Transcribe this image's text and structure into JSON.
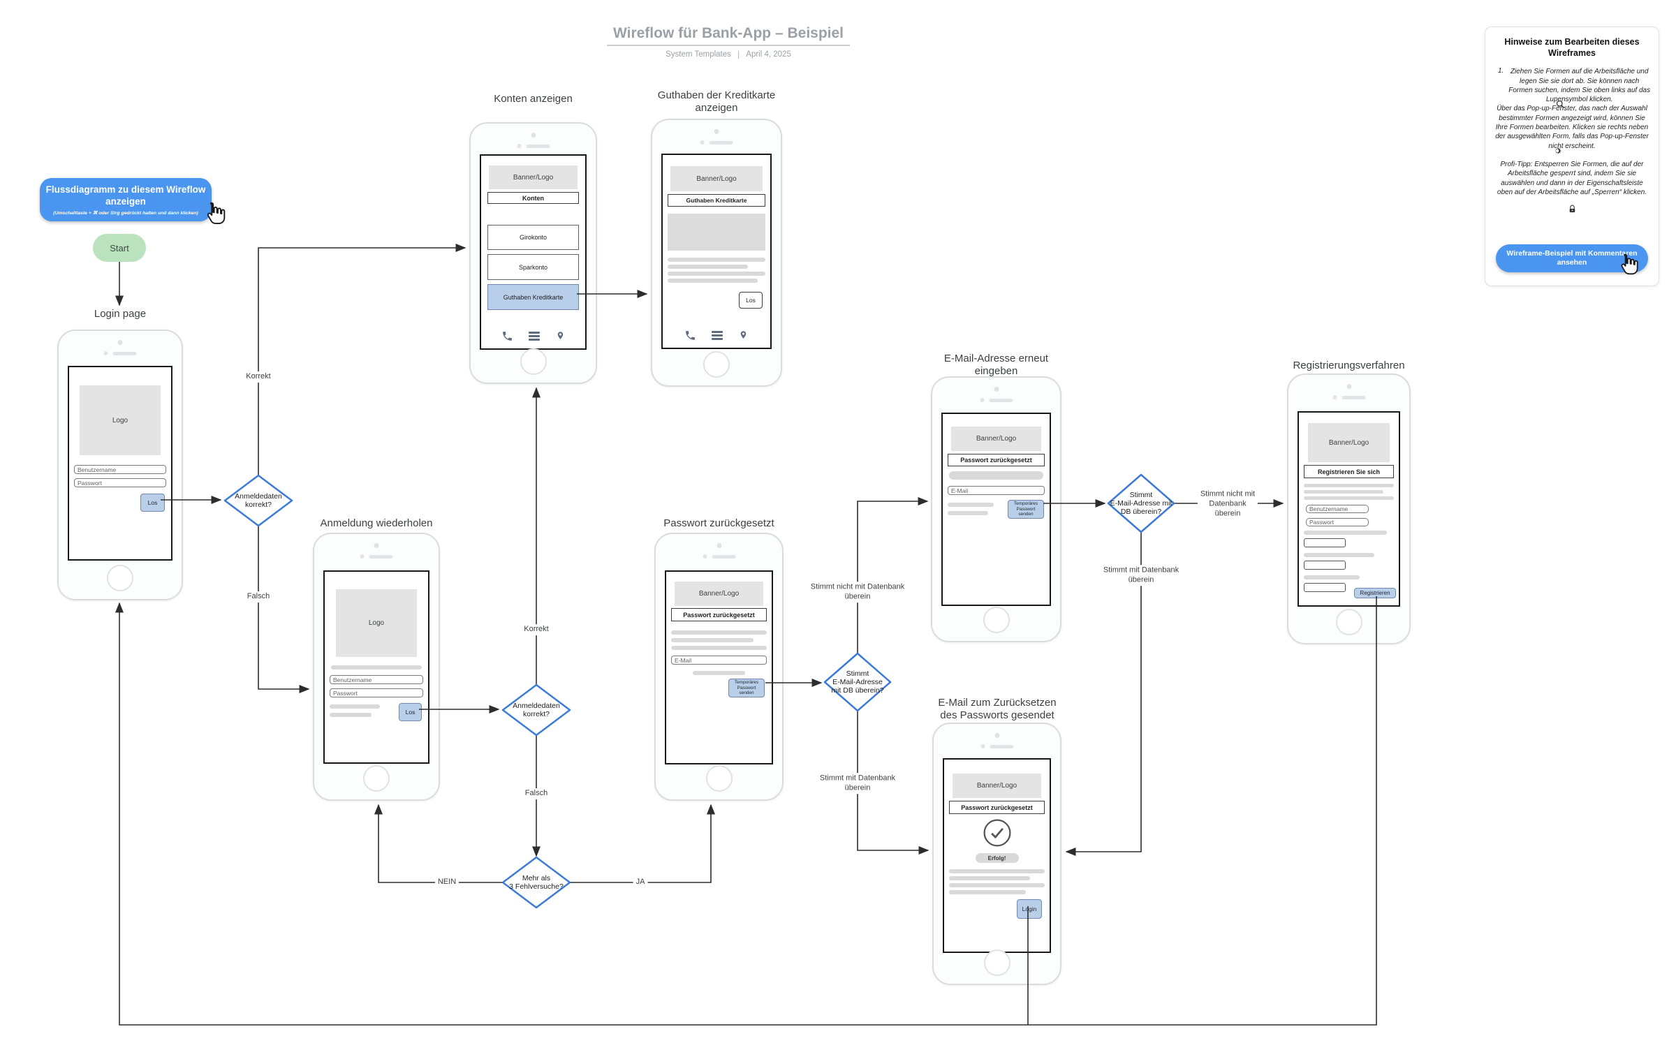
{
  "title": {
    "main": "Wireflow für Bank-App – Beispiel",
    "meta_left": "System Templates",
    "meta_sep": "|",
    "meta_right": "April 4, 2025"
  },
  "flow_button": {
    "label": "Flussdiagramm zu diesem Wireflow anzeigen",
    "hint": "(Umschalttaste + ⌘ oder Strg gedrückt halten und dann klicken)"
  },
  "start_label": "Start",
  "phones": {
    "login": {
      "title": "Login page",
      "logo": "Logo",
      "username": "Benutzername",
      "password": "Passwort",
      "go": "Los"
    },
    "accounts": {
      "title": "Konten anzeigen",
      "banner": "Banner/Logo",
      "header": "Konten",
      "row1": "Girokonto",
      "row2": "Sparkonto",
      "row3": "Guthaben Kreditkarte"
    },
    "credit": {
      "title": "Guthaben der Kreditkarte\nanzeigen",
      "banner": "Banner/Logo",
      "header": "Guthaben Kreditkarte",
      "go": "Los"
    },
    "retry": {
      "title": "Anmeldung wiederholen",
      "logo": "Logo",
      "username": "Benutzername",
      "password": "Passwort",
      "go": "Los"
    },
    "reset": {
      "title": "Passwort zurückgesetzt",
      "banner": "Banner/Logo",
      "header": "Passwort zurückgesetzt",
      "email": "E-Mail",
      "send": "Temporäres Passwort senden"
    },
    "email_again": {
      "title": "E-Mail-Adresse erneut\neingeben",
      "banner": "Banner/Logo",
      "header": "Passwort zurückgesetzt",
      "email": "E-Mail",
      "send": "Temporäres Passwort senden"
    },
    "email_sent": {
      "title": "E-Mail zum Zurücksetzen\ndes Passworts gesendet",
      "banner": "Banner/Logo",
      "header": "Passwort zurückgesetzt",
      "success": "Erfolg!",
      "login": "Login"
    },
    "register": {
      "title": "Registrierungsverfahren",
      "banner": "Banner/Logo",
      "header": "Registrieren Sie sich",
      "username": "Benutzername",
      "password": "Passwort",
      "register": "Registrieren"
    }
  },
  "decisions": {
    "d1": "Anmeldedaten\nkorrekt?",
    "d2": "Anmeldedaten\nkorrekt?",
    "d3": "Mehr als\n3 Fehlversuche?",
    "d4": "Stimmt\nE-Mail-Adresse\nmit DB überein?",
    "d5": "Stimmt\nE-Mail-Adresse mit\nDB überein?"
  },
  "edges": {
    "korrekt1": "Korrekt",
    "falsch1": "Falsch",
    "korrekt2": "Korrekt",
    "falsch2": "Falsch",
    "nein": "NEIN",
    "ja": "JA",
    "d4_up": "Stimmt nicht mit Datenbank\nüberein",
    "d4_down": "Stimmt mit Datenbank\nüberein",
    "d5_right": "Stimmt nicht mit\nDatenbank\nüberein",
    "d5_down": "Stimmt mit Datenbank\nüberein"
  },
  "notes": {
    "heading": "Hinweise zum Bearbeiten dieses Wireframes",
    "item_number": "1.",
    "p1": "Ziehen Sie Formen auf die Arbeitsfläche und legen Sie sie dort ab. Sie können nach Formen suchen, indem Sie oben links auf das Lupensymbol klicken.",
    "p2": "Über das Pop-up-Fenster, das nach der Auswahl bestimmter Formen angezeigt wird, können Sie Ihre Formen bearbeiten. Klicken sie rechts neben der ausgewählten Form, falls das Pop-up-Fenster nicht erscheint.",
    "tip": "Profi-Tipp: Entsperren Sie Formen, die auf der Arbeitsfläche gesperrt sind, indem Sie sie auswählen und dann in der Eigenschaftsleiste oben auf der Arbeitsfläche auf „Sperren“ klicken.",
    "button": "Wireframe-Beispiel mit Kommentaren ansehen"
  },
  "colors": {
    "accent_blue": "#4a95ef",
    "wireframe_blue_fill": "#b9cfe9",
    "diamond_blue": "#3b7ad9",
    "start_green": "#b9e2bd",
    "line": "#2d2d2d"
  }
}
